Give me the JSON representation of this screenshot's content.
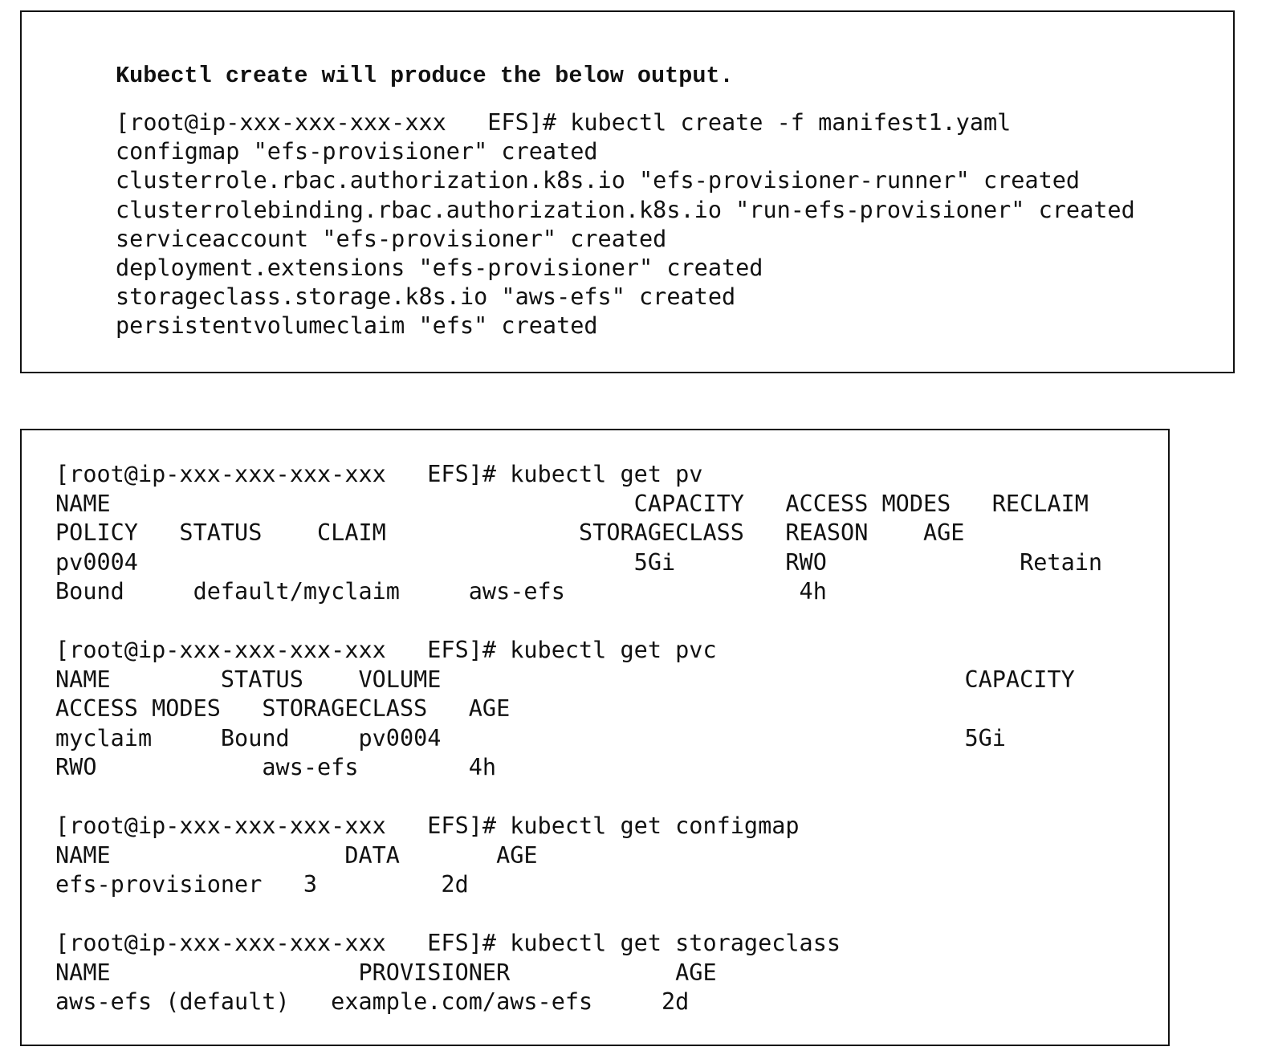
{
  "create_box": {
    "heading": "Kubectl create will produce the below output.",
    "lines": [
      "[root@ip-xxx-xxx-xxx-xxx   EFS]# kubectl create -f manifest1.yaml",
      "configmap \"efs-provisioner\" created",
      "clusterrole.rbac.authorization.k8s.io \"efs-provisioner-runner\" created",
      "clusterrolebinding.rbac.authorization.k8s.io \"run-efs-provisioner\" created",
      "serviceaccount \"efs-provisioner\" created",
      "deployment.extensions \"efs-provisioner\" created",
      "storageclass.storage.k8s.io \"aws-efs\" created",
      "persistentvolumeclaim \"efs\" created"
    ]
  },
  "get_box": {
    "blocks": [
      {
        "lines": [
          "[root@ip-xxx-xxx-xxx-xxx   EFS]# kubectl get pv",
          "NAME                                      CAPACITY   ACCESS MODES   RECLAIM",
          "POLICY   STATUS    CLAIM              STORAGECLASS   REASON    AGE",
          "pv0004                                    5Gi        RWO              Retain",
          "Bound     default/myclaim     aws-efs                 4h"
        ]
      },
      {
        "lines": [
          "[root@ip-xxx-xxx-xxx-xxx   EFS]# kubectl get pvc",
          "NAME        STATUS    VOLUME                                      CAPACITY",
          "ACCESS MODES   STORAGECLASS   AGE",
          "myclaim     Bound     pv0004                                      5Gi",
          "RWO            aws-efs        4h"
        ]
      },
      {
        "lines": [
          "[root@ip-xxx-xxx-xxx-xxx   EFS]# kubectl get configmap",
          "NAME                 DATA       AGE",
          "efs-provisioner   3         2d"
        ]
      },
      {
        "lines": [
          "[root@ip-xxx-xxx-xxx-xxx   EFS]# kubectl get storageclass",
          "NAME                  PROVISIONER            AGE",
          "aws-efs (default)   example.com/aws-efs     2d"
        ]
      }
    ]
  }
}
